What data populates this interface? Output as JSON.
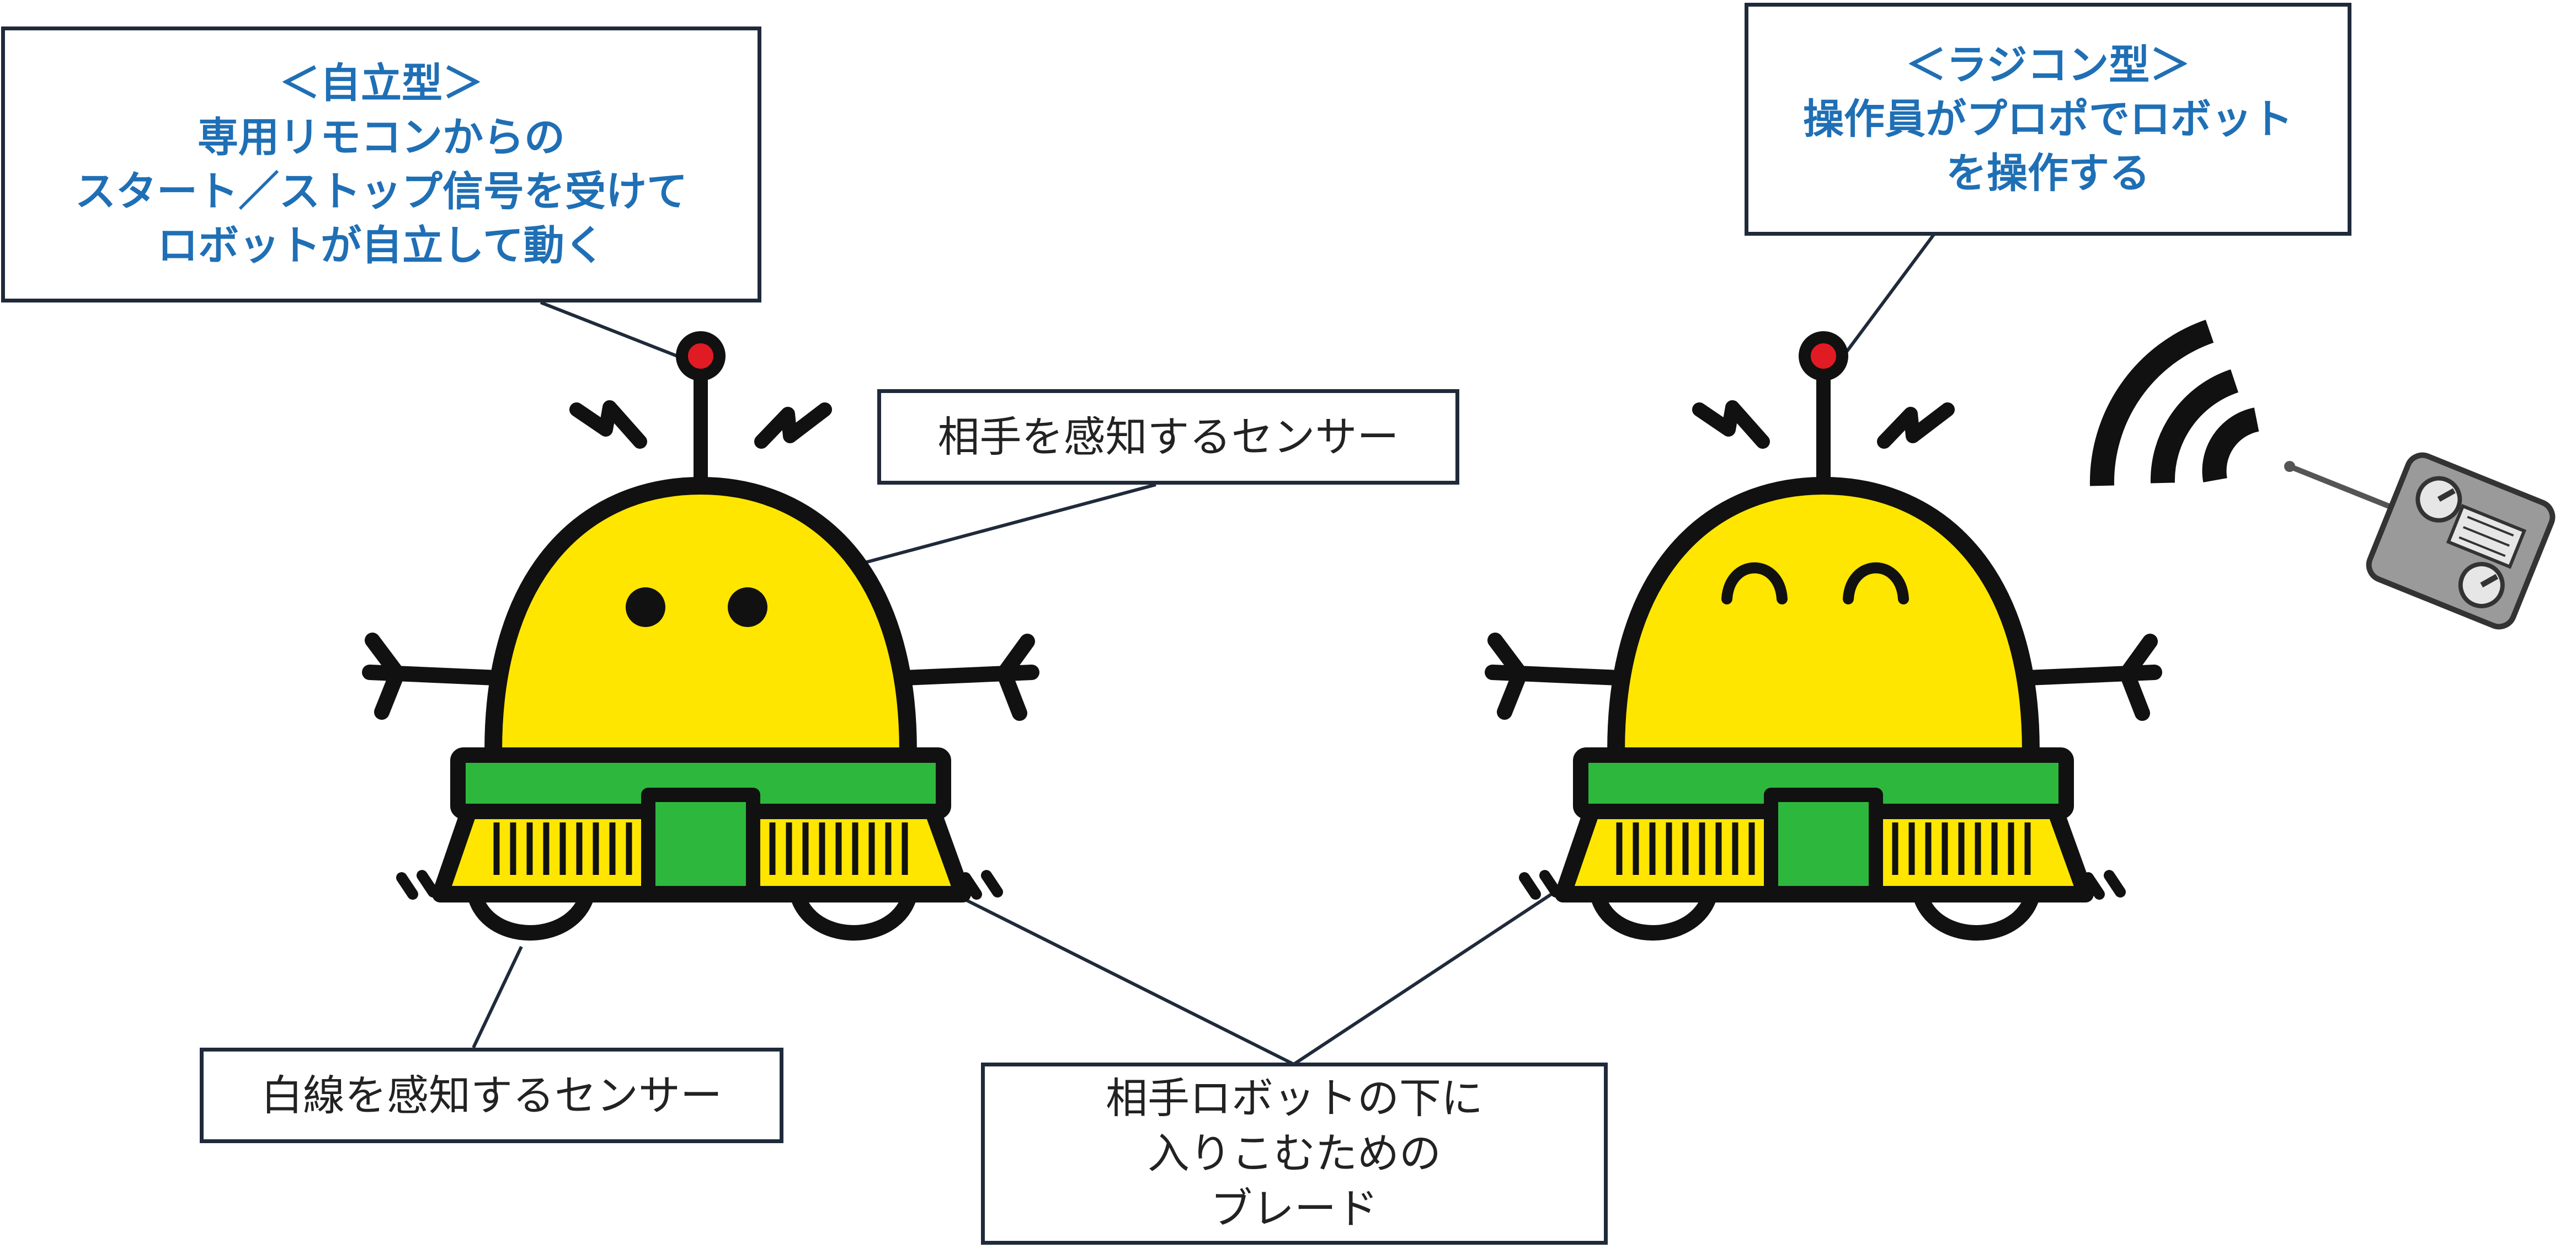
{
  "colors": {
    "accent_text": "#1f6fb5",
    "box_border": "#1f2a3a",
    "robot_body": "#ffe600",
    "robot_skirt": "#2db83d",
    "outline": "#111111",
    "antenna_light": "#e01b24",
    "controller": "#9a9a9a"
  },
  "autonomous": {
    "title": "＜自立型＞",
    "lines": [
      "専用リモコンからの",
      "スタート／ストップ信号を受けて",
      "ロボットが自立して動く"
    ]
  },
  "rc": {
    "title": "＜ラジコン型＞",
    "lines": [
      "操作員がプロポでロボット",
      "を操作する"
    ]
  },
  "labels": {
    "opponent_sensor": "相手を感知するセンサー",
    "line_sensor": "白線を感知するセンサー",
    "blade": [
      "相手ロボットの下に",
      "入りこむための",
      "ブレード"
    ]
  },
  "icons": [
    "antenna-light-icon",
    "radio-wave-icon",
    "remote-controller-icon"
  ]
}
